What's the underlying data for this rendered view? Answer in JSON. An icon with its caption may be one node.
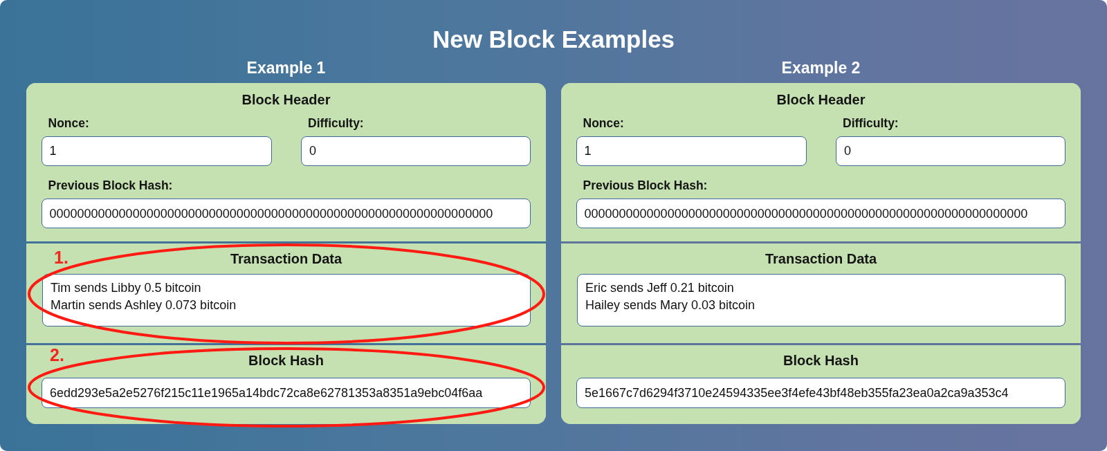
{
  "diagram": {
    "title": "New Block Examples",
    "nodes": [
      {
        "text": [
          "Example 1"
        ]
      },
      {
        "text": [
          "Block Header"
        ],
        "in": 0
      },
      {
        "text": [
          "Nonce:",
          "1"
        ],
        "in": 1
      },
      {
        "text": [
          "Difficulty:",
          "0"
        ],
        "in": 1
      },
      {
        "text": [
          "Previous Block Hash:",
          "0000000000000000000000000000000000000000000000000000000000000000"
        ],
        "in": 1
      },
      {
        "text": [
          "Transaction Data"
        ],
        "in": 0
      },
      {
        "text": [
          "Tim sends Libby 0.5 bitcoin",
          "Martin sends Ashley 0.073 bitcoin"
        ],
        "in": 5
      },
      {
        "text": [
          "Block Hash"
        ],
        "in": 0
      },
      {
        "text": [
          "6edd293e5a2e5276f215c11e1965a14bdc72ca8e62781353a8351a9ebc04f6aa"
        ],
        "in": 7
      },
      {
        "text": [
          "Example 2"
        ]
      },
      {
        "text": [
          "Block Header"
        ],
        "in": 9
      },
      {
        "text": [
          "Nonce:",
          "1"
        ],
        "in": 10
      },
      {
        "text": [
          "Difficulty:",
          "0"
        ],
        "in": 10
      },
      {
        "text": [
          "Previous Block Hash:",
          "0000000000000000000000000000000000000000000000000000000000000000"
        ],
        "in": 10
      },
      {
        "text": [
          "Transaction Data"
        ],
        "in": 9
      },
      {
        "text": [
          "Eric sends Jeff 0.21 bitcoin",
          "Hailey sends Mary 0.03 bitcoin"
        ],
        "in": 14
      },
      {
        "text": [
          "Block Hash"
        ],
        "in": 9
      },
      {
        "text": [
          "5e1667c7d6294f3710e24594335ee3f4efe43bf48eb355fa23ea0a2ca9a353c4"
        ],
        "in": 16
      }
    ],
    "labels": [
      "1.",
      "2."
    ]
  }
}
